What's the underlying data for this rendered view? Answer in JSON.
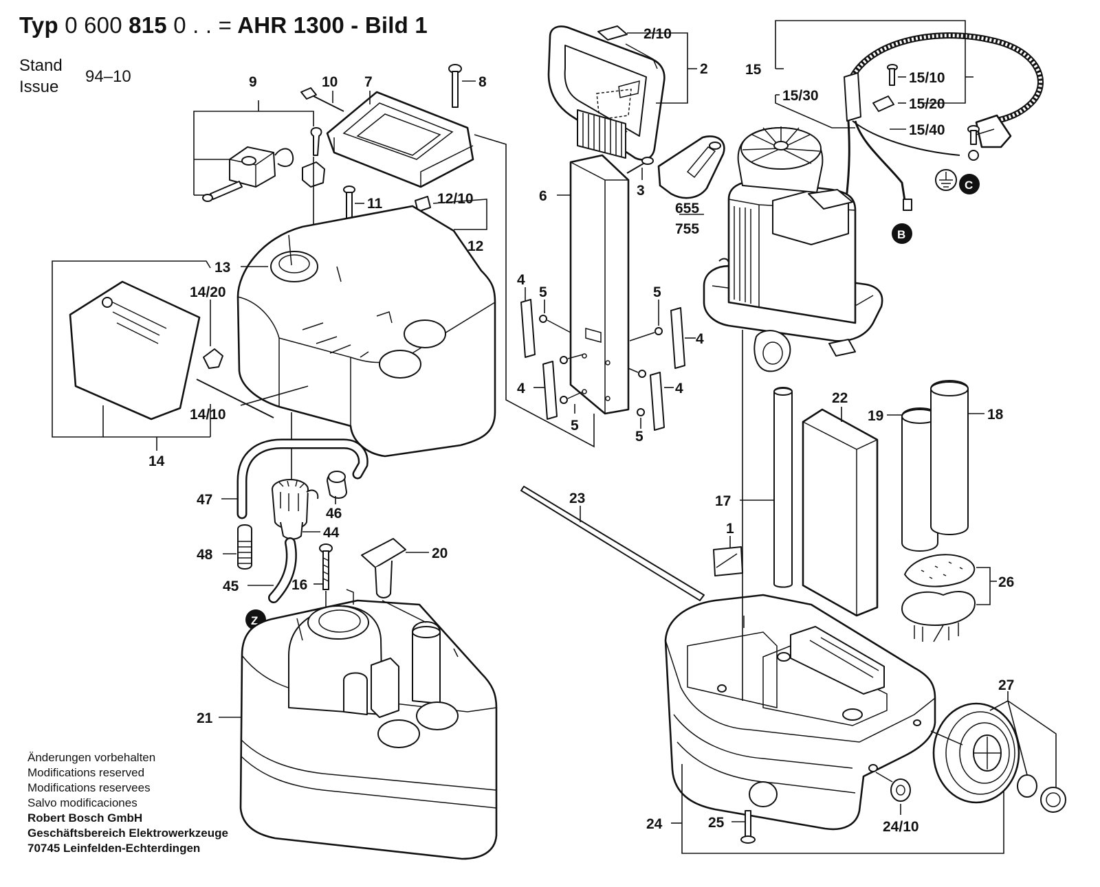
{
  "header": {
    "title_bold_1": "Typ",
    "title_light": "0 600",
    "title_bold_2": "815",
    "title_light_2": "0 . . =",
    "title_bold_3": "AHR 1300 - Bild 1",
    "stand_label": "Stand",
    "issue_label": "Issue",
    "stand_date": "94–10"
  },
  "footer": {
    "lines": [
      "Änderungen vorbehalten",
      "Modifications reserved",
      "Modifications reservees",
      "Salvo modificaciones"
    ],
    "company_lines": [
      "Robert Bosch GmbH",
      "Geschäftsbereich Elektrowerkzeuge",
      "70745 Leinfelden-Echterdingen"
    ]
  },
  "part_labels": {
    "p1": "1",
    "p2": "2",
    "p2_10": "2/10",
    "p3": "3",
    "p4a": "4",
    "p4b": "4",
    "p4c": "4",
    "p4d": "4",
    "p5a": "5",
    "p5b": "5",
    "p5c": "5",
    "p5d": "5",
    "p6": "6",
    "p7": "7",
    "p8": "8",
    "p9": "9",
    "p10": "10",
    "p11": "11",
    "p12": "12",
    "p12_10": "12/10",
    "p13": "13",
    "p14": "14",
    "p14_10": "14/10",
    "p14_20": "14/20",
    "p15": "15",
    "p15_10": "15/10",
    "p15_20": "15/20",
    "p15_30": "15/30",
    "p15_40": "15/40",
    "p16": "16",
    "p17": "17",
    "p18": "18",
    "p19": "19",
    "p20": "20",
    "p21": "21",
    "p22": "22",
    "p23": "23",
    "p24": "24",
    "p24_10": "24/10",
    "p25": "25",
    "p26": "26",
    "p27": "27",
    "p44": "44",
    "p45": "45",
    "p46": "46",
    "p47": "47",
    "p48": "48",
    "p655": "655",
    "p755": "755"
  },
  "markers": {
    "b": "B",
    "c": "C",
    "z": "Z"
  }
}
